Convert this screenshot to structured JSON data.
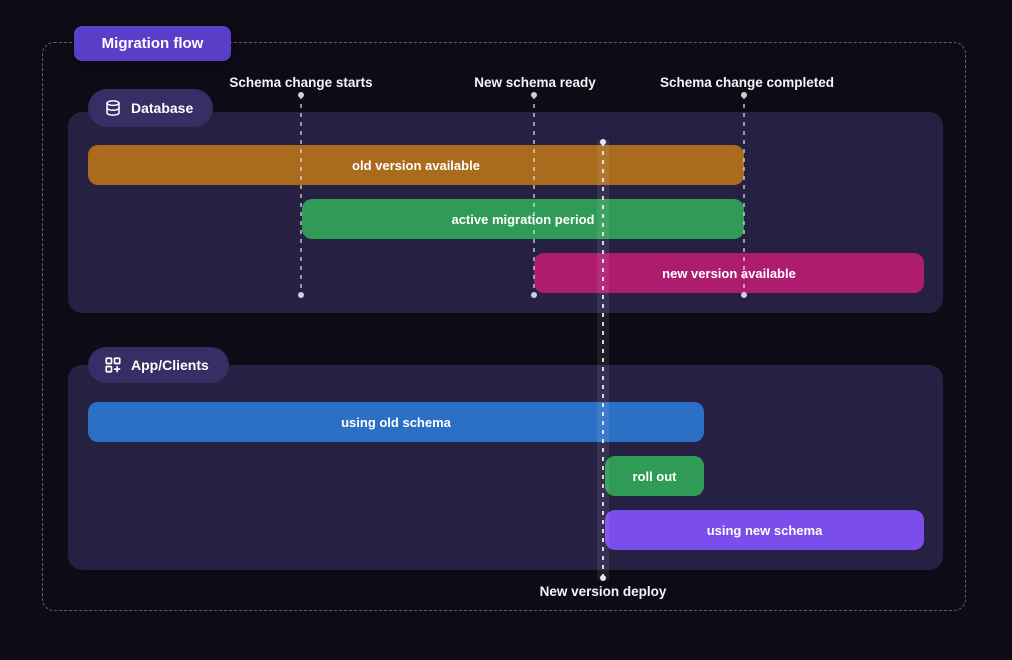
{
  "diagram": {
    "title": "Migration flow"
  },
  "timeline_markers": [
    {
      "label": "Schema change starts"
    },
    {
      "label": "New schema ready"
    },
    {
      "label": "Schema change completed"
    }
  ],
  "deploy_marker": {
    "label": "New version deploy"
  },
  "database_section": {
    "label": "Database",
    "icon": "database-icon",
    "bars": [
      {
        "label": "old version available",
        "color": "#ab6b1d"
      },
      {
        "label": "active migration period",
        "color": "#2f9b57"
      },
      {
        "label": "new version available",
        "color": "#ad1c6e"
      }
    ]
  },
  "app_section": {
    "label": "App/Clients",
    "icon": "apps-plus-icon",
    "bars": [
      {
        "label": "using old schema",
        "color": "#2b70c4"
      },
      {
        "label": "roll out",
        "color": "#2f9b57"
      },
      {
        "label": "using new schema",
        "color": "#7b4deb"
      }
    ]
  },
  "colors": {
    "page_background": "#0d0b15",
    "panel_background": "#262143",
    "title_badge": "#5a3ec8",
    "section_badge": "#372e66",
    "dashed_frame": "#a5a5b4",
    "dashed_line": "#e1e1eb",
    "text": "#f5f5f7"
  }
}
